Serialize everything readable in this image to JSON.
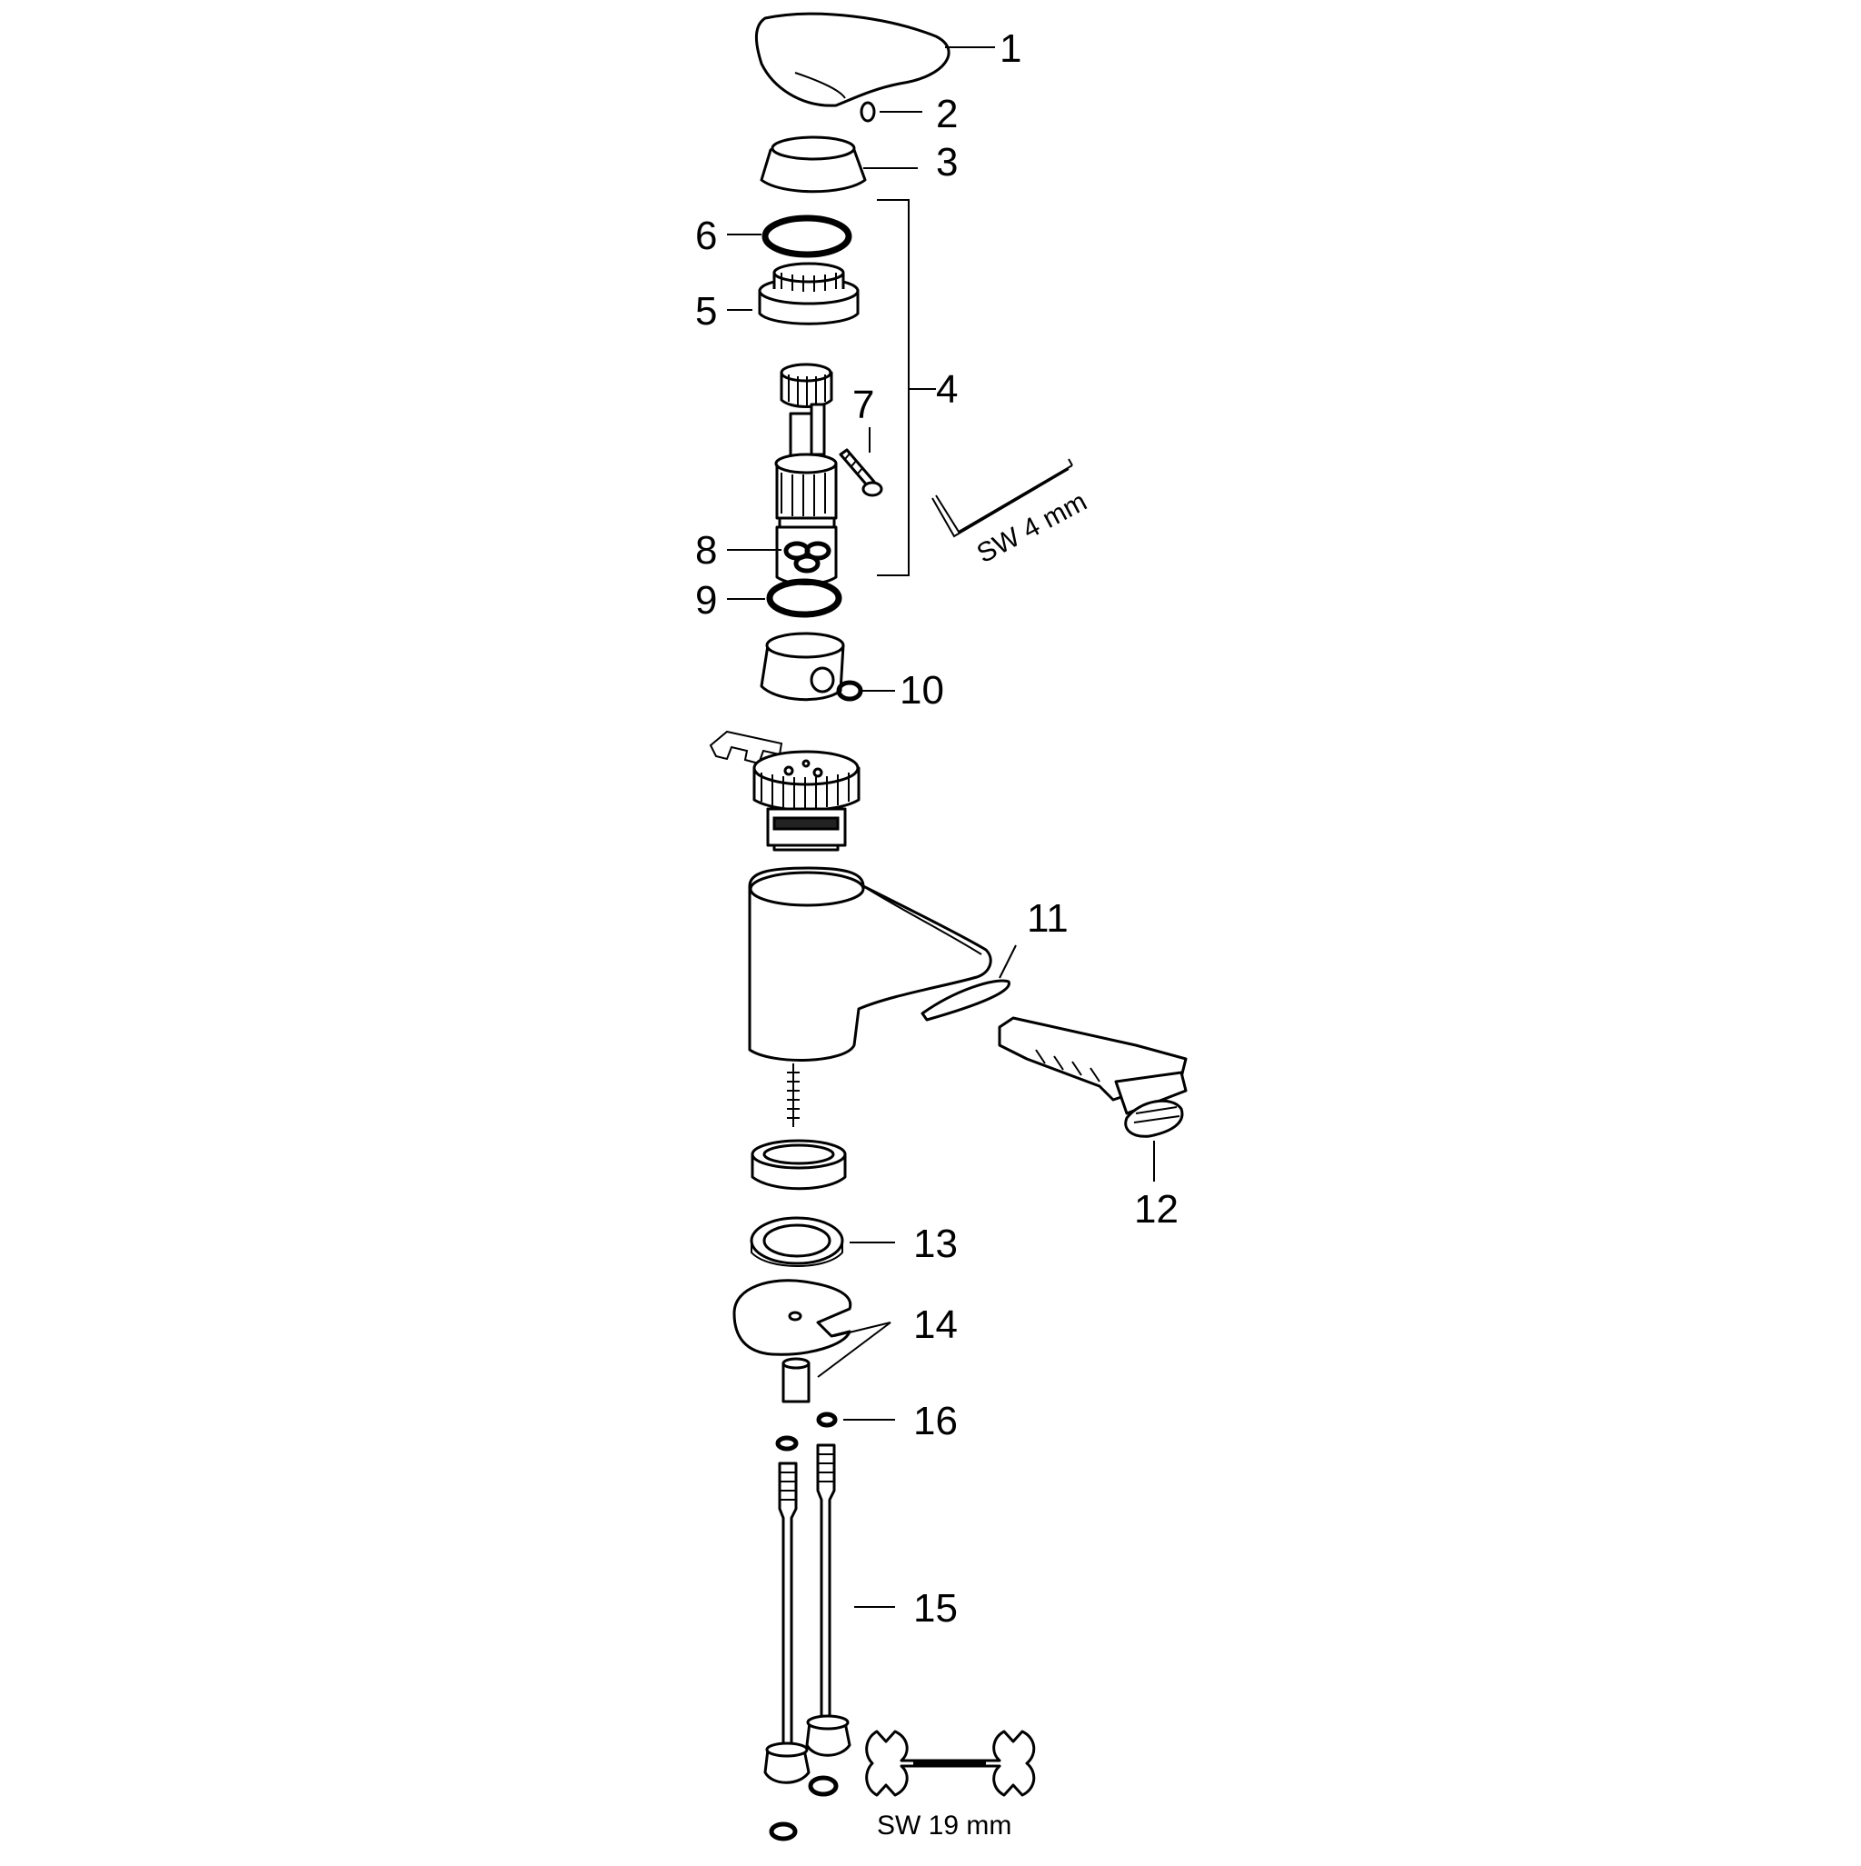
{
  "callouts": [
    {
      "id": "1",
      "label": "1"
    },
    {
      "id": "2",
      "label": "2"
    },
    {
      "id": "3",
      "label": "3"
    },
    {
      "id": "4",
      "label": "4"
    },
    {
      "id": "5",
      "label": "5"
    },
    {
      "id": "6",
      "label": "6"
    },
    {
      "id": "7",
      "label": "7"
    },
    {
      "id": "8",
      "label": "8"
    },
    {
      "id": "9",
      "label": "9"
    },
    {
      "id": "10",
      "label": "10"
    },
    {
      "id": "11",
      "label": "11"
    },
    {
      "id": "12",
      "label": "12"
    },
    {
      "id": "13",
      "label": "13"
    },
    {
      "id": "14",
      "label": "14"
    },
    {
      "id": "15",
      "label": "15"
    },
    {
      "id": "16",
      "label": "16"
    }
  ],
  "tools": {
    "hex_key": "SW 4 mm",
    "wrench": "SW 19 mm"
  }
}
